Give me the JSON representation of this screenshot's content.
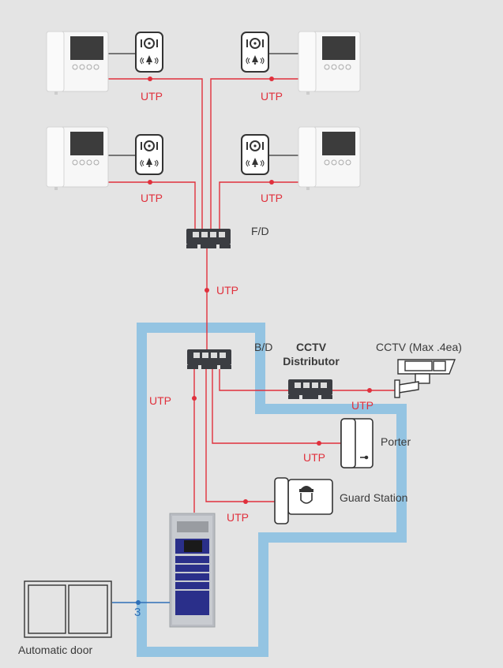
{
  "colors": {
    "background": "#e4e4e4",
    "utp_line": "#e0303c",
    "blue_zone": "#94c4e2",
    "blue_line": "#2e6fb7",
    "device_dark": "#3b3d42"
  },
  "labels": {
    "utp": "UTP",
    "fd": "F/D",
    "bd": "B/D",
    "cctv_distributor_line1": "CCTV",
    "cctv_distributor_line2": "Distributor",
    "cctv": "CCTV (Max .4ea)",
    "porter": "Porter",
    "guard_station": "Guard Station",
    "automatic_door": "Automatic door",
    "door_wire_count": "3"
  },
  "devices": {
    "monitors": [
      "monitor-top-left",
      "monitor-top-right",
      "monitor-mid-left",
      "monitor-mid-right"
    ],
    "door_phones": [
      "doorphone-top-left",
      "doorphone-top-right",
      "doorphone-mid-left",
      "doorphone-mid-right"
    ],
    "distributors": [
      "floor-distributor",
      "building-distributor",
      "cctv-distributor"
    ],
    "others": [
      "cctv-camera",
      "porter-phone",
      "guard-station",
      "lobby-panel",
      "automatic-door"
    ]
  }
}
